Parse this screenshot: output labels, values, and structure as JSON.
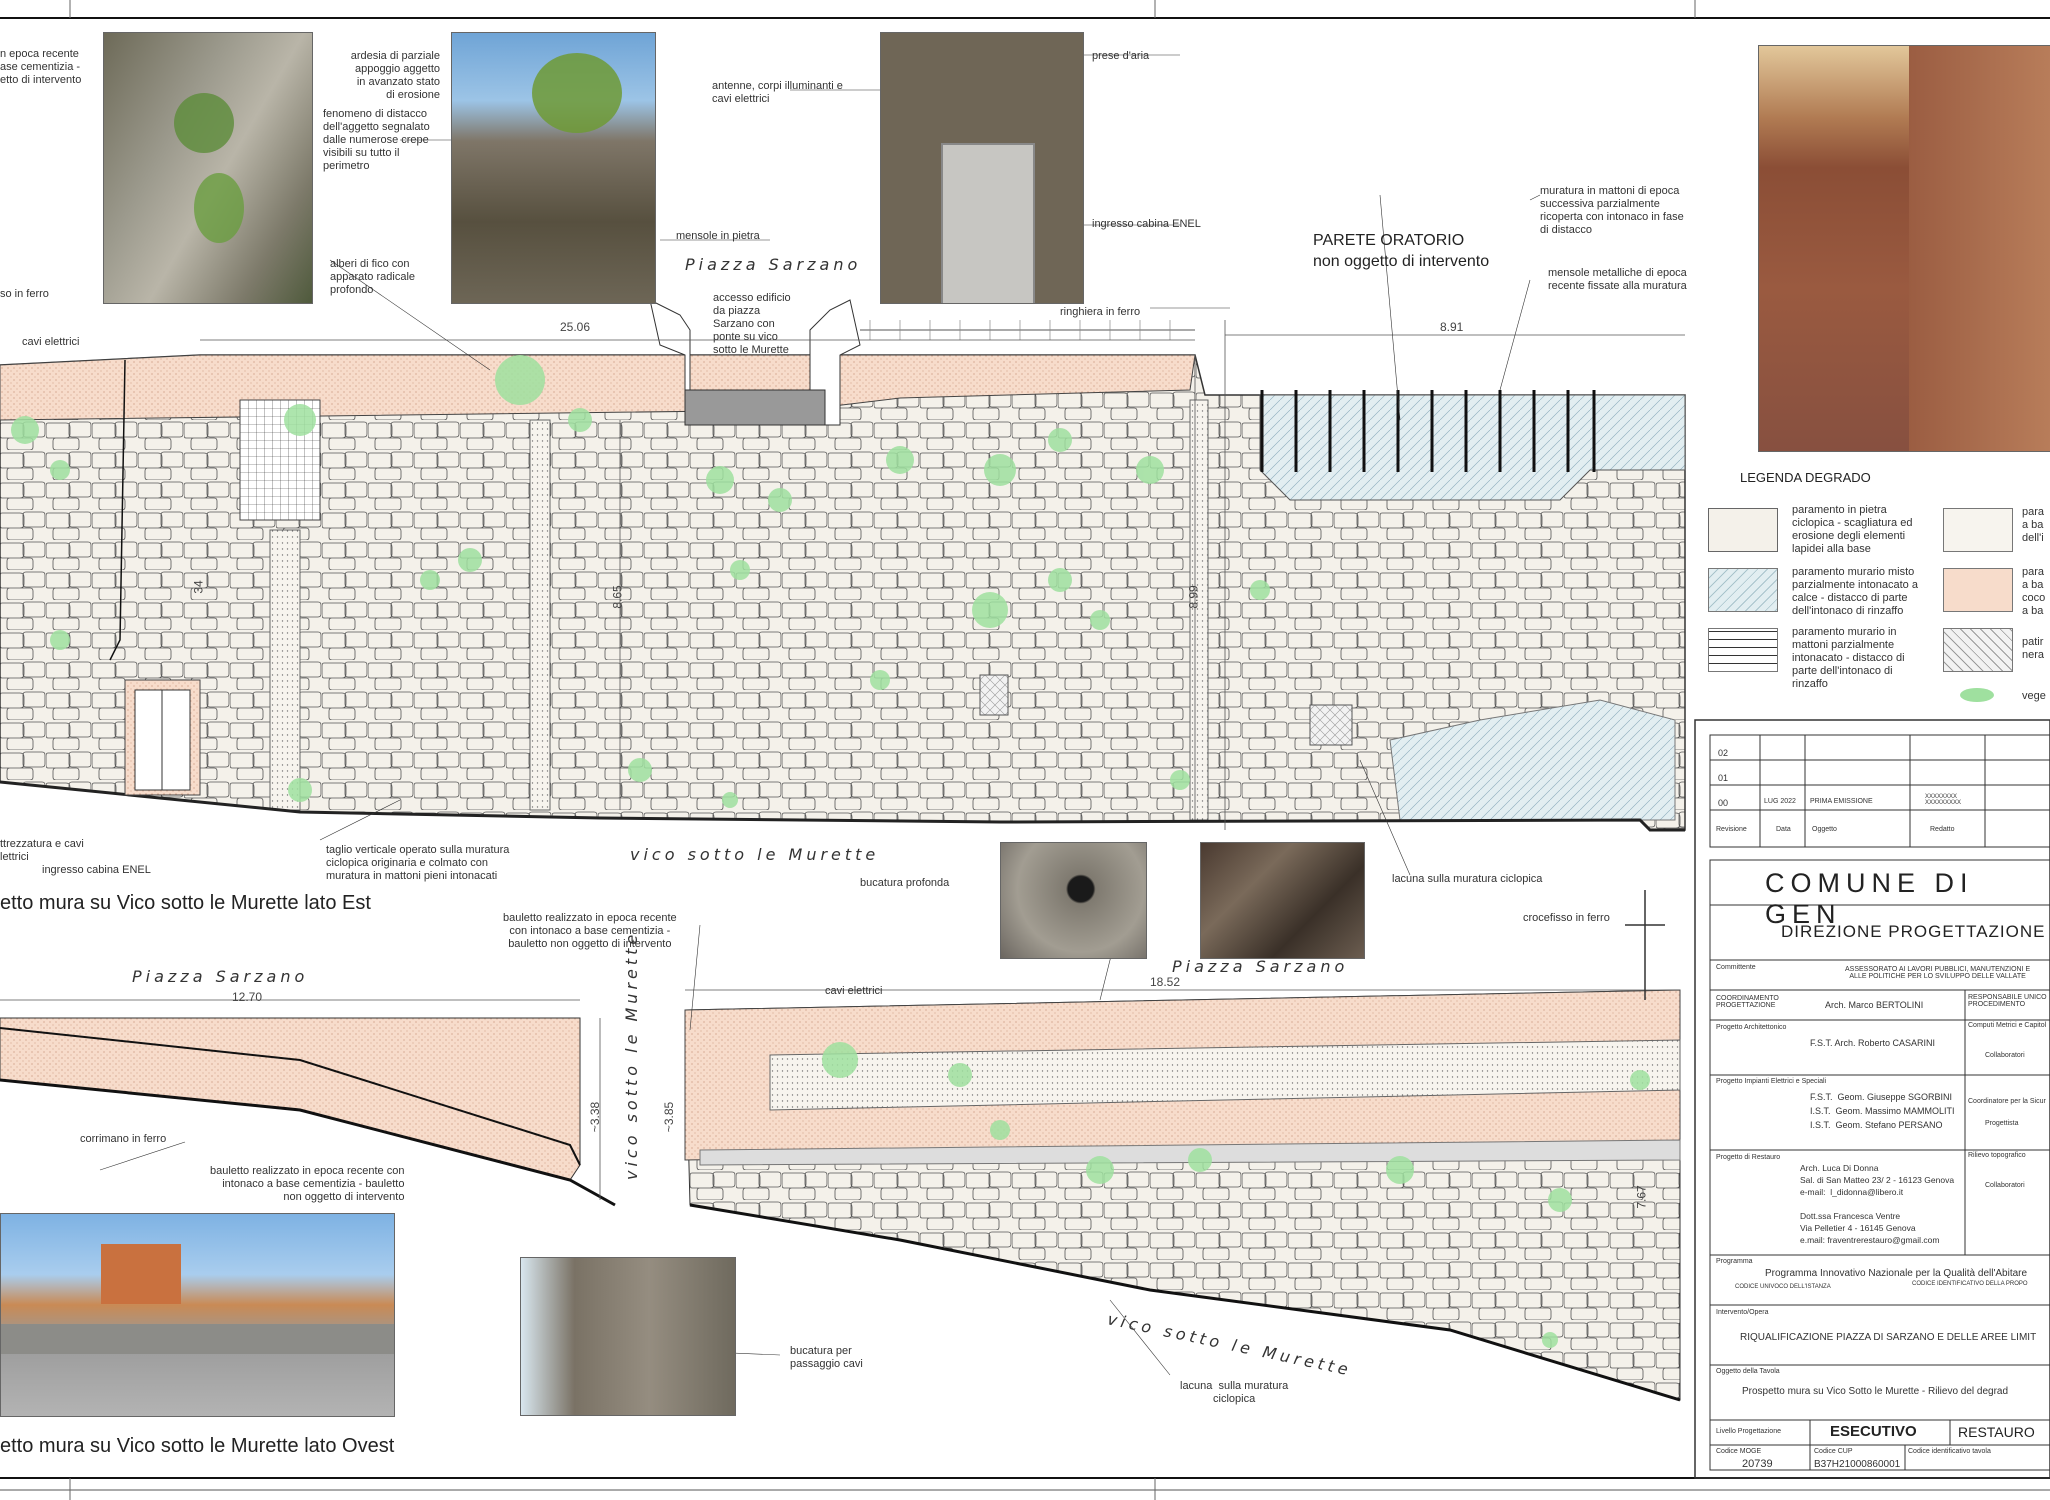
{
  "sheet": {
    "elev_est_title": "etto mura su Vico sotto le Murette lato Est",
    "elev_ovest_title": "etto mura su Vico sotto le Murette lato Ovest",
    "parete_title_1": "PARETE ORATORIO",
    "parete_title_2": "non oggetto di intervento"
  },
  "places": {
    "piazza_sarzano_top": "Piazza Sarzano",
    "vico_est": "vico sotto le Murette",
    "piazza_sarzano_left": "Piazza Sarzano",
    "piazza_sarzano_right": "Piazza Sarzano",
    "vico_vertical": "vico sotto le Murette",
    "vico_bottom": "vico sotto le Murette"
  },
  "dimensions": {
    "d2506": "25.06",
    "d891": "8.91",
    "d865": "8.65",
    "d899": "8.99",
    "d34": "34",
    "d1270": "12.70",
    "d1852": "18.52",
    "d338": "~3.38",
    "d385": "~3.85",
    "d767": "7.67"
  },
  "notes": {
    "n_epoca": "n epoca recente\nase cementizia -\netto di intervento",
    "n_ferro": "so in ferro",
    "n_ardesia": "ardesia di parziale\nappoggio aggetto\nin avanzato stato\ndi erosione",
    "n_distacco": "fenomeno di distacco\ndell'aggetto segnalato\ndalle numerose crepe\nvisibili su tutto il\nperimetro",
    "n_alberi": "alberi di fico con\napparato radicale\nprofondo",
    "n_antenne": "antenne, corpi illuminanti e\ncavi elettrici",
    "n_prese": "prese d'aria",
    "n_mensole_pietra": "mensole in pietra",
    "n_enel_top": "ingresso cabina ENEL",
    "n_muratura_mattoni": "muratura in mattoni di epoca\nsuccessiva parzialmente\nricoperta con intonaco in fase\ndi distacco",
    "n_mensole_metalliche": "mensole metalliche di epoca\nrecente fissate alla muratura",
    "n_accesso": "accesso edificio\nda piazza\nSarzano con\nponte su vico\nsotto le Murette",
    "n_ringhiera": "ringhiera in ferro",
    "n_cavi": "cavi elettrici",
    "n_attrezzatura": "ttrezzatura e cavi\nlettrici",
    "n_enel_bottom": "ingresso cabina ENEL",
    "n_taglio": "taglio verticale operato sulla muratura\nciclopica originaria e colmato con\nmuratura in mattoni pieni intonacati",
    "n_bucatura": "bucatura profonda",
    "n_lacuna": "lacuna  sulla muratura ciclopica",
    "n_bauletto_top": "bauletto realizzato in epoca recente\ncon intonaco a base cementizia -\nbauletto non oggetto di intervento",
    "n_crocefisso": "crocefisso in ferro",
    "n_cavi2": "cavi elettrici",
    "n_corrimano": "corrimano in ferro",
    "n_bauletto_bottom": "bauletto realizzato in epoca recente con\nintonaco a base cementizia - bauletto\nnon oggetto di intervento",
    "n_bucatura_cavi": "bucatura per\npassaggio cavi",
    "n_lacuna2": "lacuna  sulla muratura\nciclopica"
  },
  "legend": {
    "title": "LEGENDA DEGRADO",
    "items": [
      "paramento in pietra\nciclopica - scagliatura ed\nerosione degli elementi\nlapidei alla base",
      "paramento murario misto\nparzialmente intonacato a\ncalce - distacco di parte\ndell'intonaco di rinzaffo",
      "paramento murario in\nmattoni parzialmente\nintonacato - distacco di\nparte dell'intonaco di\nrinzaffo"
    ],
    "items_right": [
      "para\na ba\ndell'i",
      "para\na ba\ncoco\na ba",
      "patir\nnera",
      "vege"
    ]
  },
  "revisions": {
    "rows": [
      {
        "n": "02",
        "date": "",
        "obj": ""
      },
      {
        "n": "01",
        "date": "",
        "obj": ""
      },
      {
        "n": "00",
        "date": "LUG 2022",
        "obj": "PRIMA EMISSIONE",
        "red": "XXXXXXXX\nXXXXXXXXX"
      }
    ],
    "headers": [
      "Revisione",
      "Data",
      "Oggetto",
      "Redatto"
    ]
  },
  "titleblock": {
    "comune": "COMUNE DI GEN",
    "direzione": "DIREZIONE PROGETTAZIONE",
    "committente_label": "Committente",
    "committente": "ASSESSORATO AI LAVORI PUBBLICI, MANUTENZIONI E\nALLE POLITICHE PER LO SVILUPPO DELLE VALLATE",
    "coord_label": "COORDINAMENTO\nPROGETTAZIONE",
    "coord": "Arch. Marco BERTOLINI",
    "resp_label": "RESPONSABILE UNICO\nPROCEDIMENTO",
    "arch_label": "Progetto Architettonico",
    "arch": "F.S.T.  Arch. Roberto CASARINI",
    "computi_label": "Computi Metrici e Capitol",
    "collab1": "Collaboratori",
    "impianti_label": "Progetto Impianti Elettrici e Speciali",
    "impianti": "F.S.T.  Geom. Giuseppe SGORBINI\nI.S.T.  Geom. Massimo MAMMOLITI\nI.S.T.  Geom. Stefano PERSANO",
    "sicurezza_label": "Coordinatore per la Sicur",
    "progettista": "Progettista",
    "restauro_label": "Progetto di Restauro",
    "restauro": "Arch. Luca Di Donna\nSal. di San Matteo 23/ 2 - 16123 Genova\ne-mail:  l_didonna@libero.it\n\nDott.ssa Francesca Ventre\nVia Pelletier 4 - 16145 Genova\ne.mail: fraventrerestauro@gmail.com",
    "rilievo_label": "Rilievo topografico",
    "collab2": "Collaboratori",
    "programma_label": "Programma",
    "programma": "Programma Innovativo Nazionale per la Qualità dell'Abitare",
    "codice_istanza": "CODICE UNIVOCO DELL'ISTANZA",
    "codice_proposta": "CODICE IDENTIFICATIVO DELLA PROPO",
    "intervento_label": "Intervento/Opera",
    "intervento": "RIQUALIFICAZIONE PIAZZA DI SARZANO E DELLE AREE LIMIT",
    "oggetto_label": "Oggetto della Tavola",
    "oggetto": "Prospetto mura su Vico Sotto le Murette  - Rilievo del degrad",
    "livello_label": "Livello Progettazione",
    "livello": "ESECUTIVO",
    "tipo": "RESTAURO",
    "moge_label": "Codice MOGE",
    "moge": "20739",
    "cup_label": "Codice CUP",
    "cup": "B37H21000860001",
    "tavola_label": "Codice identificativo tavola"
  },
  "colors": {
    "stone_fill": "#f3efe6",
    "plaster_pink": "#f6d9c6",
    "vegetation": "#7ed67e",
    "blue_hatch": "#cfe4ea",
    "dark_line": "#222222"
  }
}
